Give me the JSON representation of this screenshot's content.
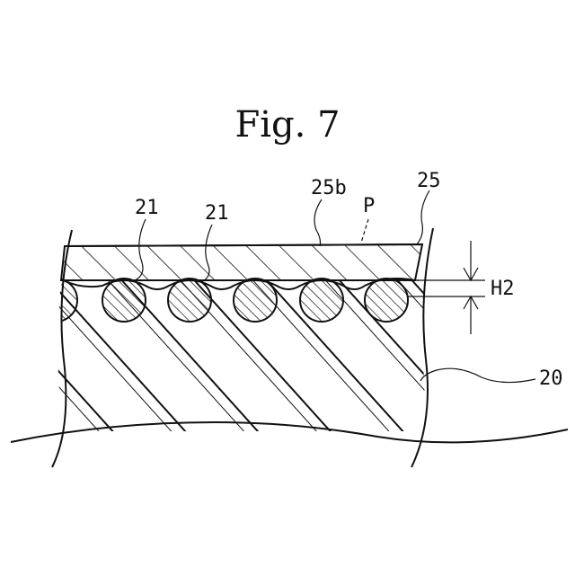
{
  "figure": {
    "title": "Fig. 7",
    "labels": {
      "fiber_left": "21",
      "fiber_mid": "21",
      "surface_layer_sub": "25b",
      "point": "P",
      "surface_layer": "25",
      "dimension": "H2",
      "base": "20"
    }
  },
  "colors": {
    "ink": "#111111",
    "background": "#ffffff"
  }
}
